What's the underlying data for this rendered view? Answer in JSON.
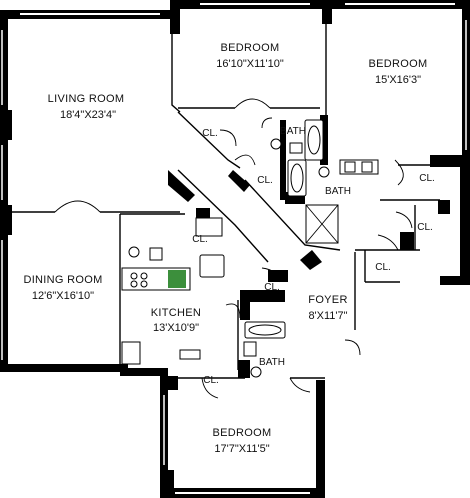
{
  "rooms": {
    "living": {
      "name": "LIVING ROOM",
      "dim": "18'4\"X23'4\""
    },
    "dining": {
      "name": "DINING ROOM",
      "dim": "12'6\"X16'10\""
    },
    "kitchen": {
      "name": "KITCHEN",
      "dim": "13'X10'9\""
    },
    "bedroom1": {
      "name": "BEDROOM",
      "dim": "16'10\"X11'10\""
    },
    "bedroom2": {
      "name": "BEDROOM",
      "dim": "15'X16'3\""
    },
    "bedroom3": {
      "name": "BEDROOM",
      "dim": "17'7\"X11'5\""
    },
    "foyer": {
      "name": "FOYER",
      "dim": "8'X11'7\""
    }
  },
  "small_labels": {
    "closet": "CL.",
    "bath": "BATH"
  },
  "colors": {
    "wall": "#000000",
    "kitchen_tile": "#3c8f3c"
  }
}
